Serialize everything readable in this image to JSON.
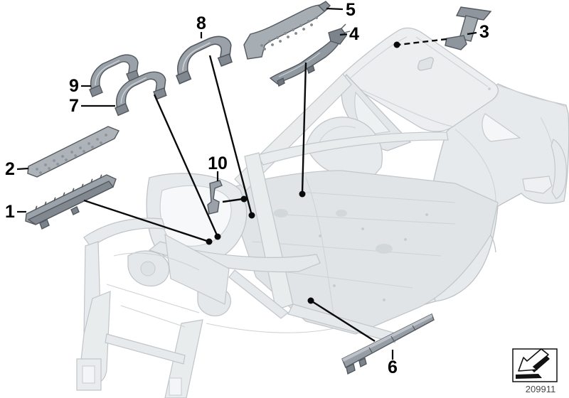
{
  "callouts": [
    {
      "label": "1"
    },
    {
      "label": "2"
    },
    {
      "label": "3"
    },
    {
      "label": "4"
    },
    {
      "label": "5"
    },
    {
      "label": "6"
    },
    {
      "label": "7"
    },
    {
      "label": "8"
    },
    {
      "label": "9"
    },
    {
      "label": "10"
    }
  ],
  "footer": {
    "diagram_id": "209911"
  },
  "icons": {
    "direction_indicator": "direction-of-travel-arrow"
  },
  "colors": {
    "background": "#ffffff",
    "body_fill": "#e9eced",
    "body_fill_dark": "#e0e4e7",
    "body_line": "#bfc5c9",
    "part_fill": "#9aa1a8",
    "part_fill_dark": "#81888f",
    "part_fill_light": "#bcc2c7",
    "part_line": "#53595f",
    "leader_line": "#0a0a0a",
    "callout_text": "#000000",
    "diagram_id_text": "#474747"
  }
}
